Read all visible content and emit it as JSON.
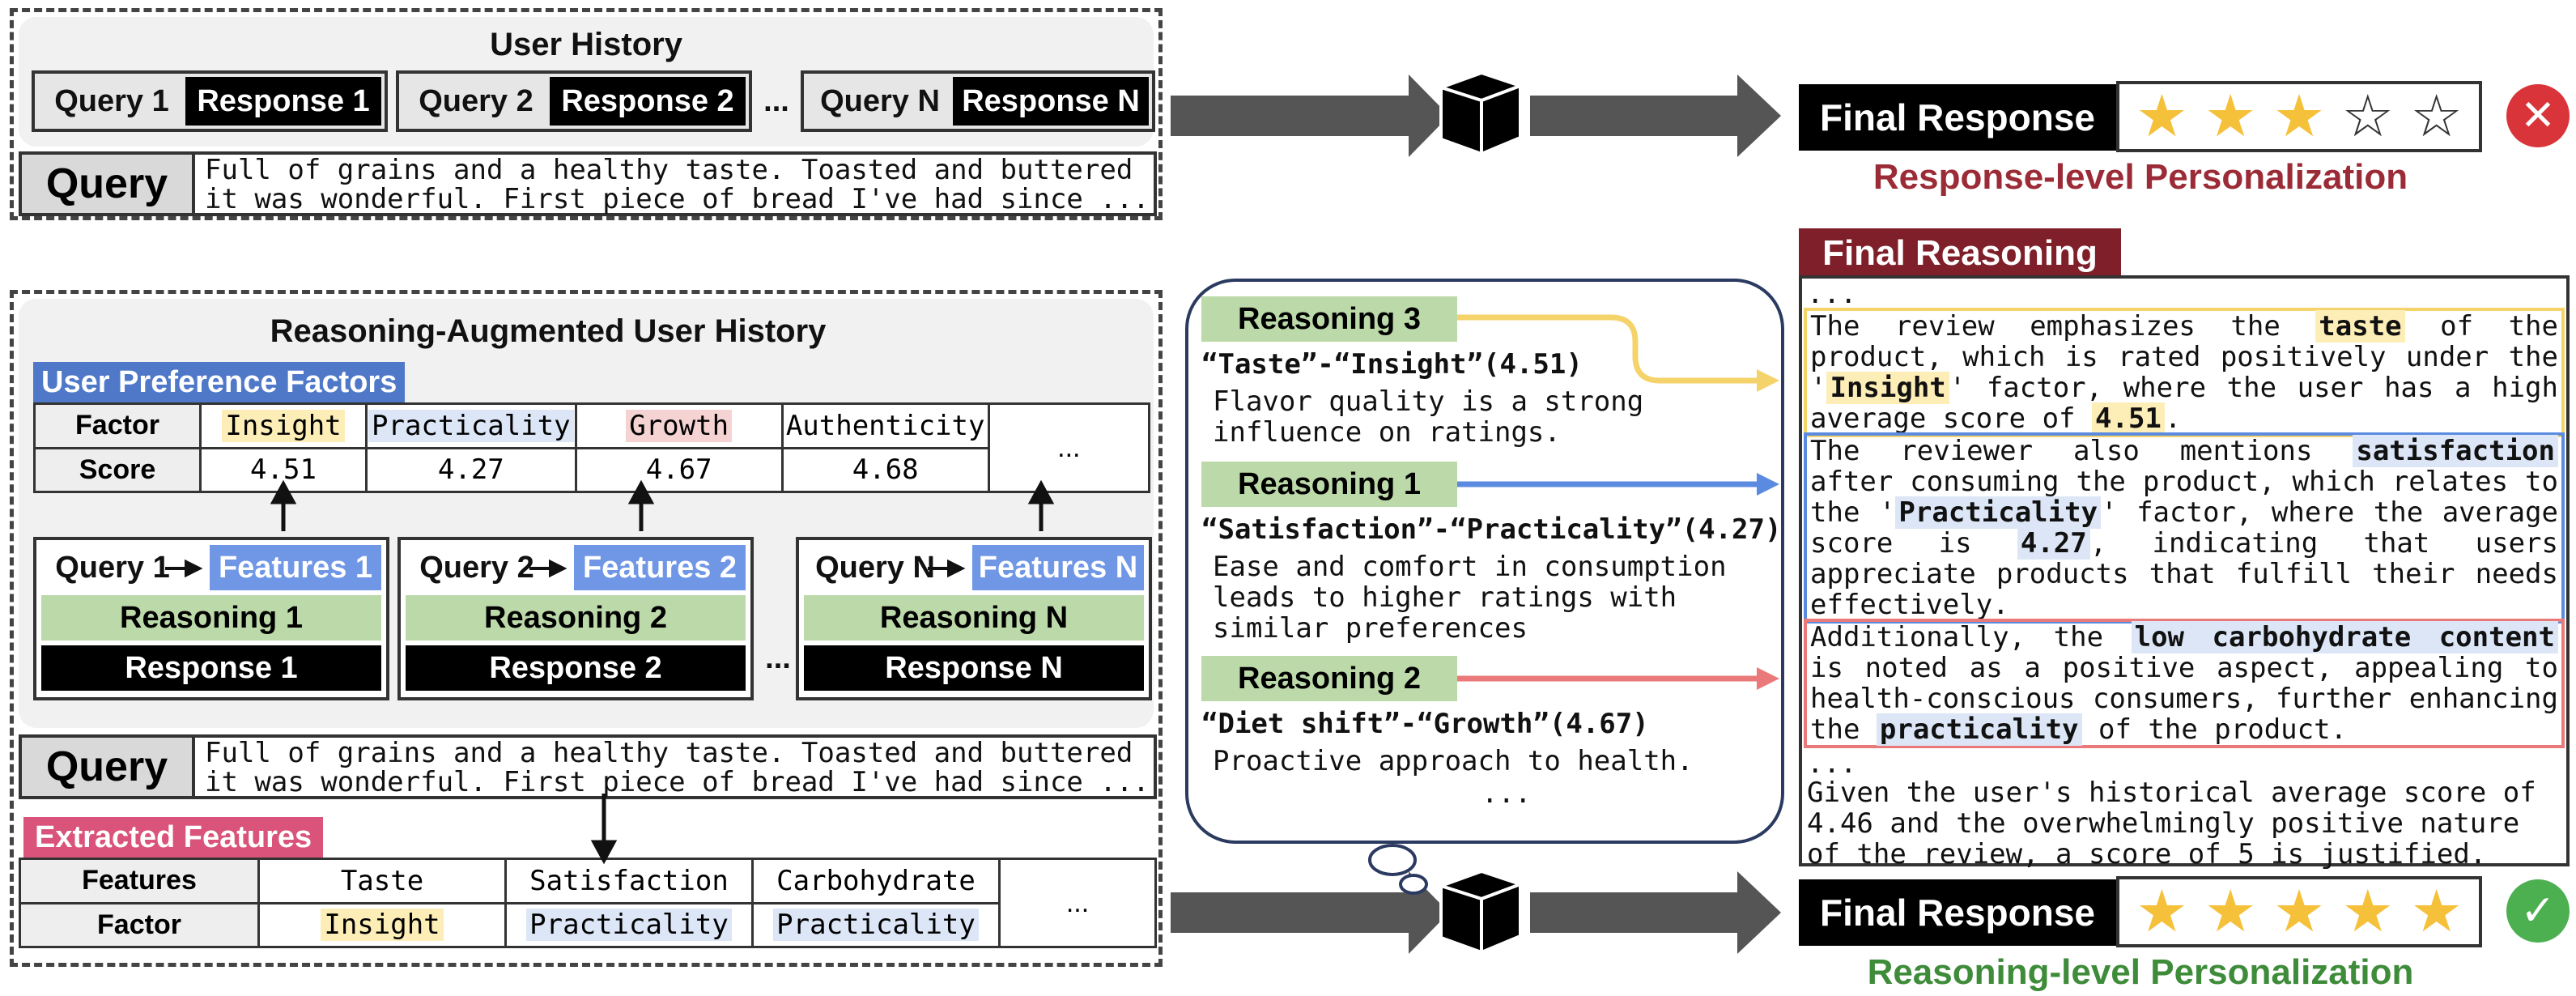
{
  "top": {
    "title": "User History",
    "pairs": [
      {
        "q": "Query 1",
        "r": "Response 1"
      },
      {
        "q": "Query 2",
        "r": "Response 2"
      },
      {
        "q": "Query N",
        "r": "Response N"
      }
    ],
    "ellipsis": "...",
    "query_label": "Query",
    "query_line1": "Full of grains and a healthy taste. Toasted and buttered",
    "query_line2": "it was wonderful. First piece of bread I've had since ..."
  },
  "bottom": {
    "title": "Reasoning-Augmented User History",
    "upf_label": "User Preference Factors",
    "factor_row_label": "Factor",
    "score_row_label": "Score",
    "factors": [
      "Insight",
      "Practicality",
      "Growth",
      "Authenticity"
    ],
    "scores": [
      "4.51",
      "4.27",
      "4.67",
      "4.68"
    ],
    "more": "...",
    "cards": [
      {
        "q": "Query 1",
        "f": "Features 1",
        "reason": "Reasoning 1",
        "resp": "Response 1"
      },
      {
        "q": "Query 2",
        "f": "Features 2",
        "reason": "Reasoning 2",
        "resp": "Response 2"
      },
      {
        "q": "Query N",
        "f": "Features N",
        "reason": "Reasoning N",
        "resp": "Response N"
      }
    ],
    "ellipsis": "...",
    "query_label": "Query",
    "query_line1": "Full of grains and a healthy taste. Toasted and buttered",
    "query_line2": "it was wonderful. First piece of bread I've had since ...",
    "ef_label": "Extracted Features",
    "features_row_label": "Features",
    "factor_row_label2": "Factor",
    "features": [
      "Taste",
      "Satisfaction",
      "Carbohydrate"
    ],
    "feature_factors": [
      "Insight",
      "Practicality",
      "Practicality"
    ],
    "more2": "..."
  },
  "bubble": {
    "r3_label": "Reasoning 3",
    "r3_head": "“Taste”-“Insight”(4.51)",
    "r3_body1": "Flavor quality is a strong",
    "r3_body2": "influence on ratings.",
    "r1_label": "Reasoning 1",
    "r1_head": "“Satisfaction”-“Practicality”(4.27)",
    "r1_body1": "Ease and comfort in consumption",
    "r1_body2": "leads to higher ratings with",
    "r1_body3": "similar preferences",
    "r2_label": "Reasoning 2",
    "r2_head": "“Diet shift”-“Growth”(4.67)",
    "r2_body1": "Proactive approach to health.",
    "more": "..."
  },
  "right": {
    "final_response": "Final Response",
    "top_stars": 3,
    "top_caption": "Response-level Personalization",
    "final_reasoning": "Final Reasoning",
    "bottom_stars": 5,
    "bottom_caption": "Reasoning-level Personalization",
    "dots1": "...",
    "dots2": "...",
    "p_last1": "Given the user's historical average score of",
    "p_last2": "4.46 and the overwhelmingly positive nature",
    "p_last3": "of the review, a score of 5 is justified."
  },
  "colors": {
    "yellow": "#f5d36b",
    "blue": "#5b8be0",
    "red": "#ea7a7a",
    "dark_red": "#7e1f2a",
    "green_text": "#3e8c3a",
    "reject": "#d9343a",
    "accept": "#4caf50"
  },
  "icons": [
    "cube-icon",
    "arrow-right-icon",
    "star-icon",
    "cross-icon",
    "check-icon"
  ]
}
